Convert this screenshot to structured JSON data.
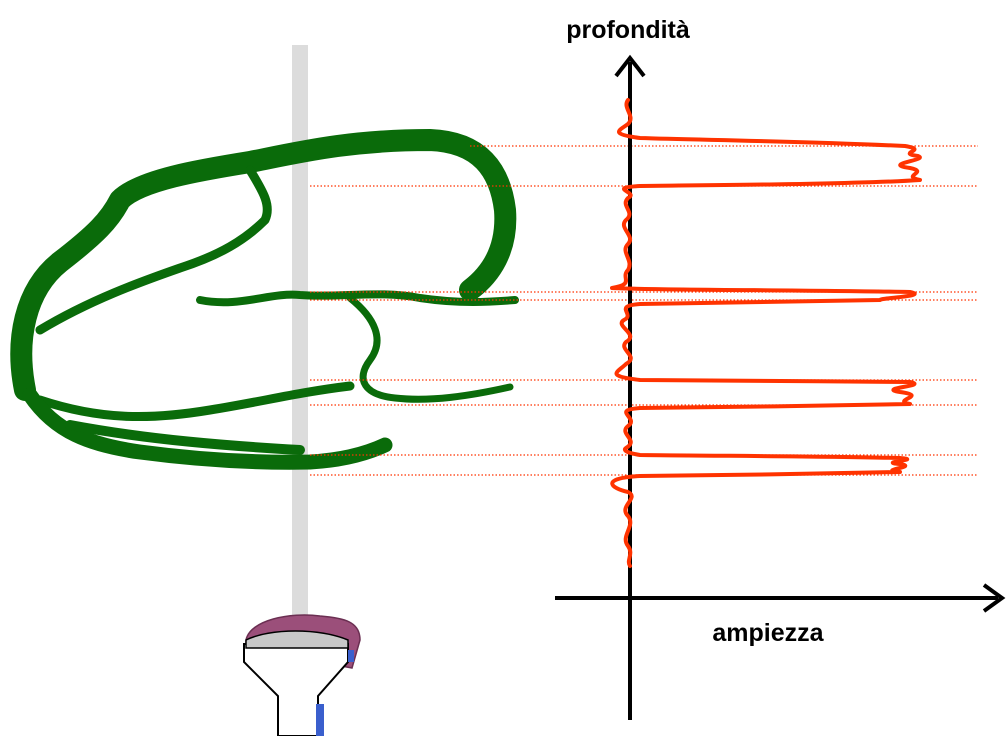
{
  "labels": {
    "depth_axis": "profondità",
    "amplitude_axis": "ampiezza"
  },
  "colors": {
    "heart_wall": "#0a6b0a",
    "echo_signal": "#ff3300",
    "reference_line": "#ff3300",
    "scan_line": "#dcdcdc",
    "axis": "#000000",
    "probe_lens": "#9b4f7a",
    "probe_body": "#e6e6e6",
    "probe_crystal": "#3a5fcd"
  },
  "icons": {
    "transducer": "ultrasound-probe-icon",
    "heart": "heart-section-drawing"
  }
}
